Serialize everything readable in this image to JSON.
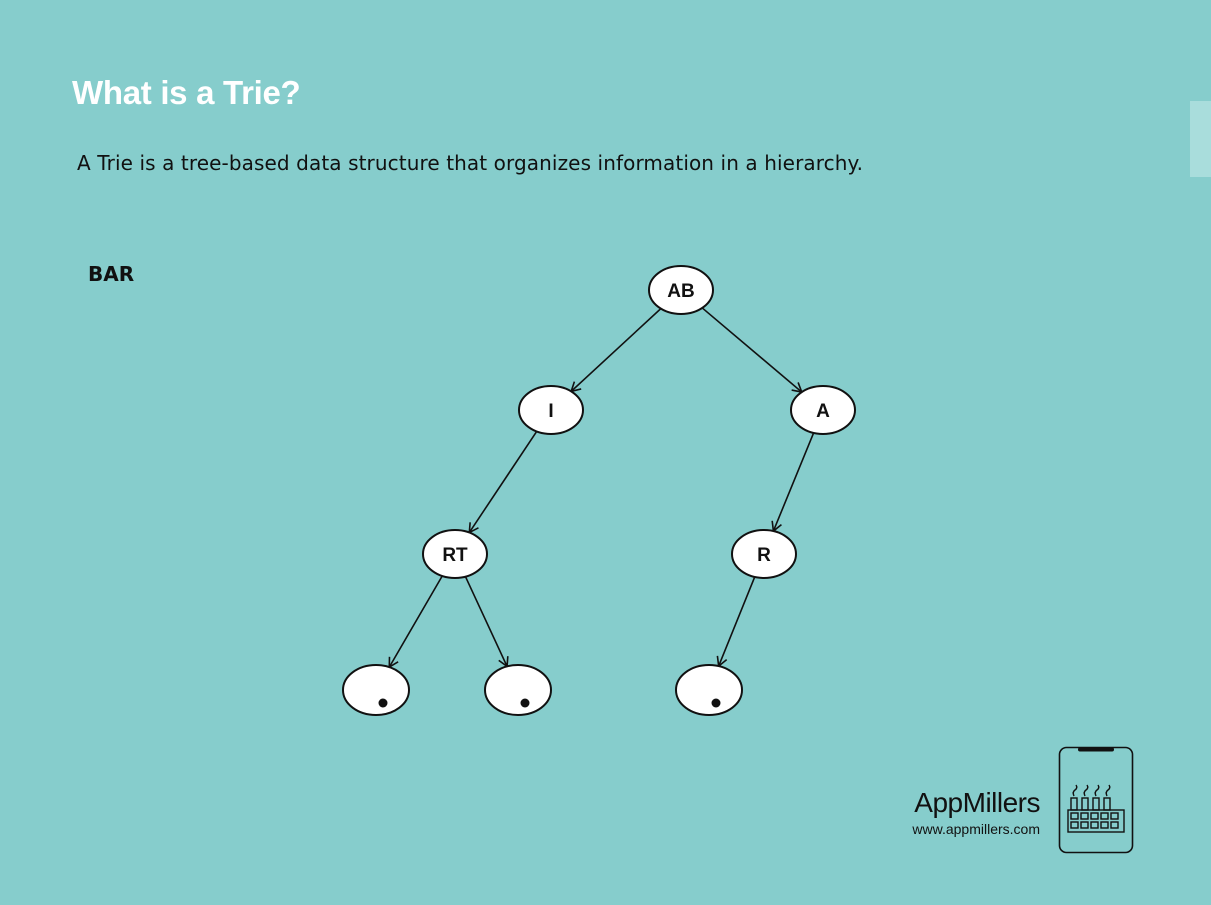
{
  "slide": {
    "title": "What is a Trie?",
    "subtitle": "A Trie is a tree-based data structure that organizes information in a hierarchy.",
    "word_label": "BAR"
  },
  "trie": {
    "nodes": [
      {
        "id": "root",
        "label": "AB"
      },
      {
        "id": "n1",
        "label": "I"
      },
      {
        "id": "n2",
        "label": "A"
      },
      {
        "id": "n3",
        "label": "RT"
      },
      {
        "id": "n4",
        "label": "R"
      },
      {
        "id": "n5",
        "label": "•",
        "end_marker": true
      },
      {
        "id": "n6",
        "label": "•",
        "end_marker": true
      },
      {
        "id": "n7",
        "label": "•",
        "end_marker": true
      }
    ],
    "edges": [
      {
        "from": "root",
        "to": "n1"
      },
      {
        "from": "root",
        "to": "n2"
      },
      {
        "from": "n1",
        "to": "n3"
      },
      {
        "from": "n2",
        "to": "n4"
      },
      {
        "from": "n3",
        "to": "n5"
      },
      {
        "from": "n3",
        "to": "n6"
      },
      {
        "from": "n4",
        "to": "n7"
      }
    ]
  },
  "branding": {
    "name": "AppMillers",
    "url": "www.appmillers.com",
    "logo_icon": "phone-factory-icon"
  },
  "colors": {
    "background": "#86cdcc",
    "title": "#ffffff",
    "node_fill": "#ffffff",
    "stroke": "#111111"
  }
}
